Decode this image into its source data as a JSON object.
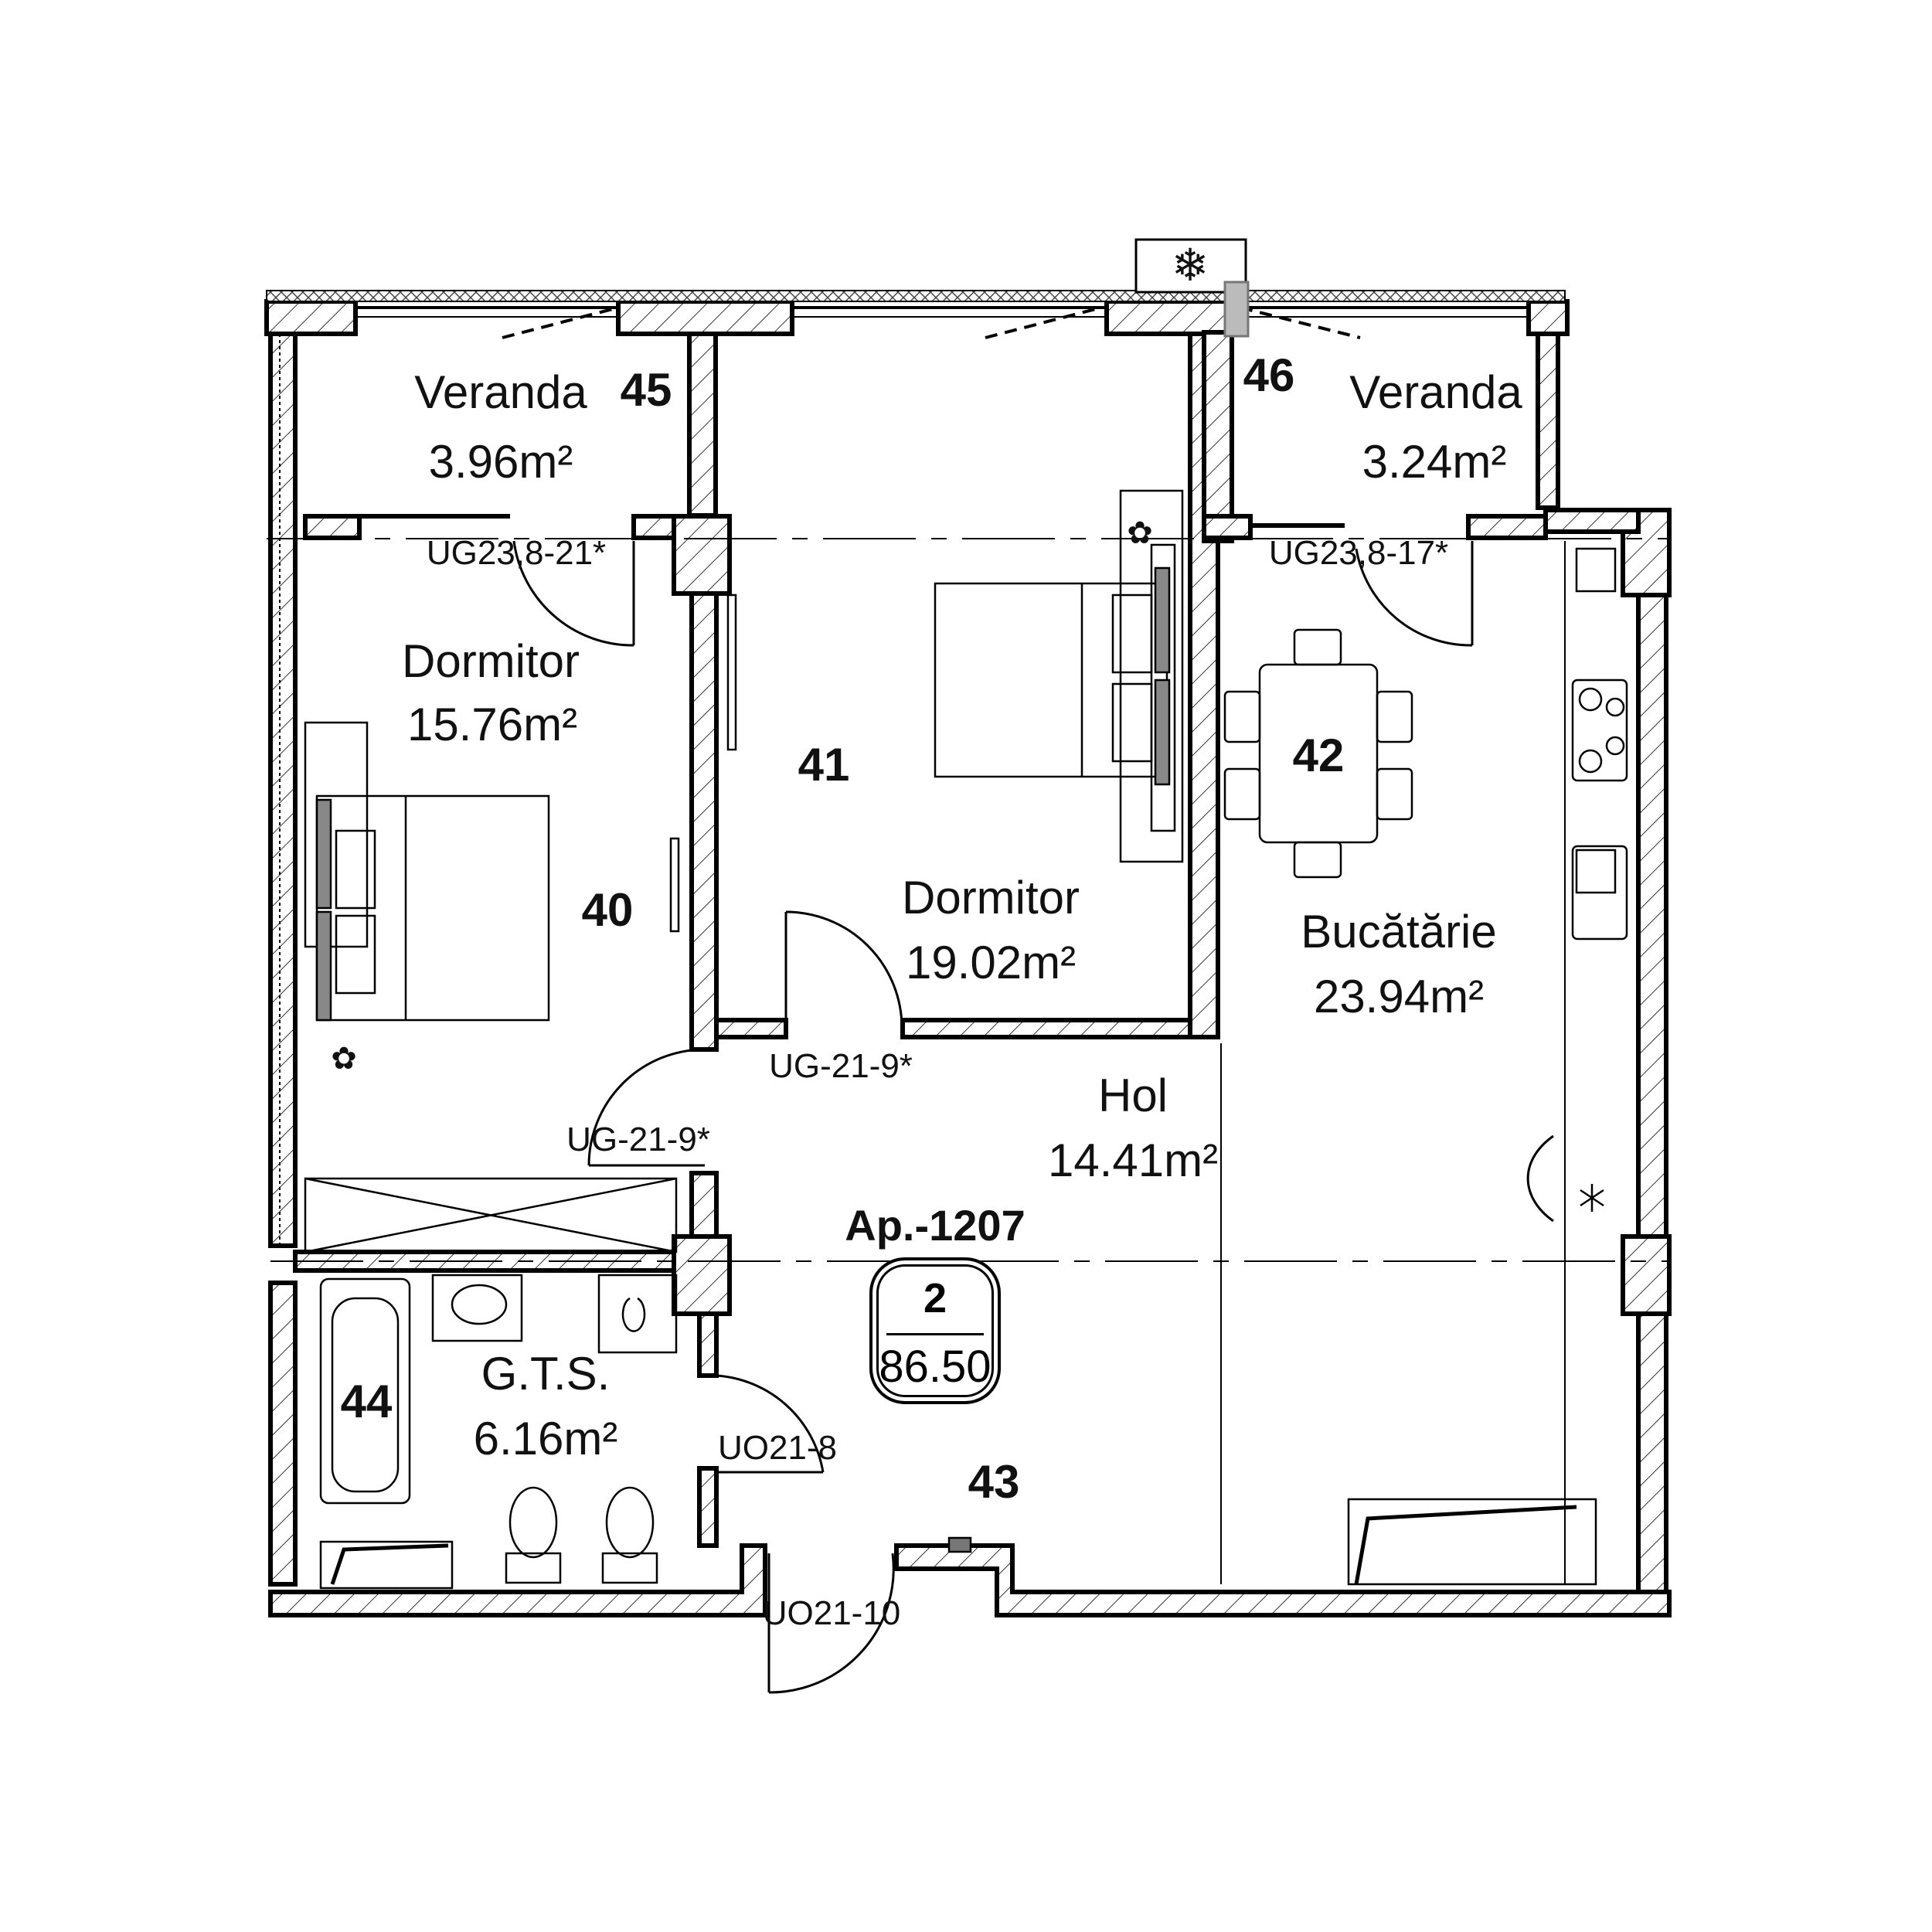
{
  "apartment": {
    "title": "Ap.-1207",
    "rooms_count": "2",
    "total_area": "86.50"
  },
  "rooms": [
    {
      "id": "40",
      "name": "Dormitor",
      "area": "15.76m²"
    },
    {
      "id": "41",
      "name": "Dormitor",
      "area": "19.02m²"
    },
    {
      "id": "42",
      "name": "Bucătărie",
      "area": "23.94m²"
    },
    {
      "id": "43",
      "name": "Hol",
      "area": "14.41m²"
    },
    {
      "id": "44",
      "name": "G.T.S.",
      "area": "6.16m²"
    },
    {
      "id": "45",
      "name": "Veranda",
      "area": "3.96m²"
    },
    {
      "id": "46",
      "name": "Veranda",
      "area": "3.24m²"
    }
  ],
  "doors": [
    {
      "code": "UG23,8-21*"
    },
    {
      "code": "UG23,8-17*"
    },
    {
      "code": "UG-21-9*"
    },
    {
      "code": "UG-21-9*"
    },
    {
      "code": "UO21-8"
    },
    {
      "code": "UO21-10"
    }
  ],
  "icons": {
    "ac_unit": "snowflake-icon",
    "plant_1": "flower-icon",
    "plant_2": "flower-icon"
  },
  "colors": {
    "line": "#000000",
    "background": "#ffffff",
    "hatch": "#333333",
    "accent_gray": "#9a9a9a"
  }
}
